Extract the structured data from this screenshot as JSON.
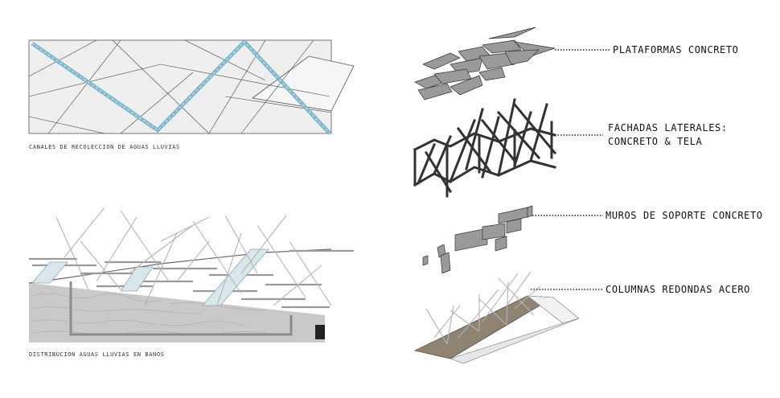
{
  "captions": {
    "top": "CANALES DE RECOLECCION DE AGUAS LLUVIAS",
    "bottom": "DISTRIBUCION AGUAS LLUVIAS EN BANOS"
  },
  "layers": [
    {
      "id": "plataformas",
      "lines": [
        "PLATAFORMAS CONCRETO"
      ]
    },
    {
      "id": "fachadas",
      "lines": [
        "FACHADAS LATERALES:",
        "CONCRETO & TELA"
      ]
    },
    {
      "id": "muros",
      "lines": [
        "MUROS DE SOPORTE CONCRETO"
      ]
    },
    {
      "id": "columnas",
      "lines": [
        "COLUMNAS REDONDAS ACERO"
      ]
    }
  ],
  "colors": {
    "channel": "#7fb8cc",
    "concrete": "#9a9a9a",
    "ground": "#c9c9c9",
    "slab": "#8f8371",
    "steel": "#b5b5b5"
  }
}
